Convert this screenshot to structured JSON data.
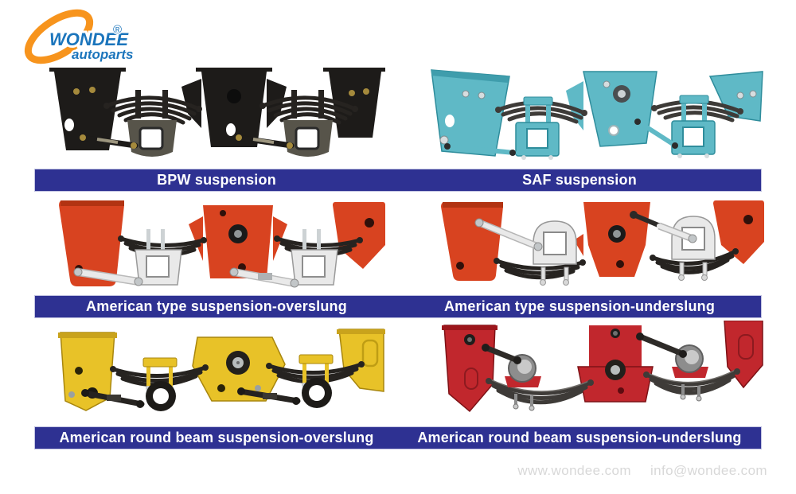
{
  "logo": {
    "brand": "WONDEE",
    "registered": "®",
    "suffix": "autoparts"
  },
  "products": [
    {
      "label": "BPW suspension"
    },
    {
      "label": "SAF suspension"
    },
    {
      "label": "American type suspension-overslung"
    },
    {
      "label": "American type suspension-underslung"
    },
    {
      "label": "American round beam suspension-overslung"
    },
    {
      "label": "American round beam suspension-underslung"
    }
  ],
  "footer": {
    "website": "www.wondee.com",
    "email": "info@wondee.com"
  },
  "colors": {
    "banner_bg": "#2e3192",
    "banner_text": "#ffffff",
    "logo_orange": "#f7941d",
    "logo_blue": "#1b75bc",
    "footer_text": "#d8d8d8",
    "bpw_body": "#1d1b19",
    "saf_body": "#5fb9c6",
    "american_red": "#d84320",
    "round_beam_yellow": "#e8c228",
    "round_beam_red": "#c1272d",
    "spring_black": "#262320",
    "spring_gray": "#3e3b38",
    "seat_gray": "#57544a",
    "metal_white": "#e9e9e9",
    "metal_gray": "#9c9c9c"
  }
}
